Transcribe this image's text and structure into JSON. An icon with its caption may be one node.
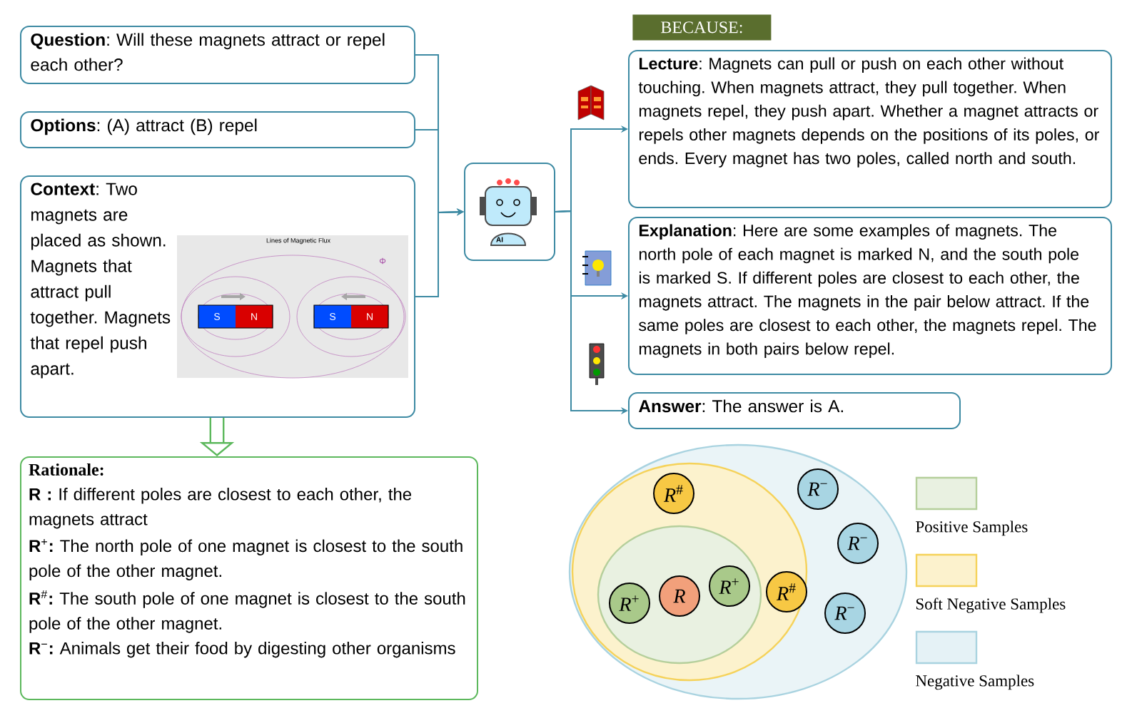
{
  "diagram": {
    "nodes": [
      {
        "text": [
          "**Question**: Will these magnets attract or repel each other?"
        ]
      },
      {
        "text": [
          "**Options**: (A) attract (B) repel"
        ]
      },
      {
        "text": [
          "**Context**: Two magnets are placed as shown. Magnets that attract pull together. Magnets that repel push apart."
        ]
      },
      {
        "text": [],
        "shape": "picture"
      },
      {
        "text": [
          "**Lecture**: Magnets can pull or push on each other without touching. When magnets attract, they pull together. When magnets repel, they push apart. Whether a magnet attracts or repels other magnets depends on the positions of its poles, or ends. Every magnet has two poles, called north and south."
        ]
      },
      {
        "text": [
          "**Explanation**: Here are some examples of magnets. The north pole of each magnet is marked N, and the south pole is marked S. If different poles are closest to each other, the magnets attract. The magnets in the pair below attract. If the same poles are closest to each other, the magnets repel. The magnets in both pairs below repel."
        ]
      },
      {
        "text": [
          "**Answer**: The answer is A."
        ]
      },
      {
        "text": [
          "Rationale:",
          "**R :** If different poles are closest to each other, the magnets attract",
          "**R**$^{+}$**:** The north pole of one magnet is closest to the south pole of the other magnet.",
          "**R**$^{#}$**:** The south pole of one magnet is closest to the south pole of the other magnet.",
          "**R**$^{−}$**:** Animals get their food by digesting other organisms"
        ]
      },
      {
        "text": [],
        "shape": "ellipse"
      },
      {
        "text": [],
        "shape": "ellipse",
        "in": 8
      },
      {
        "text": [],
        "shape": "ellipse",
        "in": 9
      },
      {
        "text": [
          "*R*$^{#}$"
        ],
        "in": 9
      },
      {
        "text": [
          "*R*$^{−}$"
        ],
        "in": 8
      },
      {
        "text": [
          "*R*$^{−}$"
        ],
        "in": 8
      },
      {
        "text": [
          "*R*$^{+}$"
        ],
        "in": 10
      },
      {
        "text": [
          "R"
        ],
        "in": 10
      },
      {
        "text": [
          "*R*$^{+}$"
        ],
        "in": 10
      },
      {
        "text": [
          "*R*$^{#}$"
        ],
        "in": 9
      },
      {
        "text": [
          "*R*$^{−}$"
        ],
        "in": 8
      }
    ],
    "edges": [
      {
        "from": 0,
        "to": 3,
        "arrow": "to"
      },
      {
        "from": 1,
        "to": 3,
        "arrow": "to"
      },
      {
        "from": 2,
        "to": 3,
        "arrow": "to"
      },
      {
        "from": 3,
        "to": 4,
        "arrow": "to"
      },
      {
        "from": 3,
        "to": 5,
        "arrow": "to"
      },
      {
        "from": 3,
        "to": 6,
        "arrow": "to"
      },
      {
        "from": 2,
        "to": 7,
        "arrow": "to",
        "style": "thick",
        "color": "#5cb85c"
      }
    ],
    "labels": [
      "BECAUSE:",
      "Lines of Magnetic Flux",
      "Φ",
      "S",
      "N",
      "S",
      "N",
      "AI"
    ],
    "legend": [
      {
        "text": "Positive Samples",
        "color": "#b5cf9b"
      },
      {
        "text": "Soft Negative Samples",
        "color": "#f5d25a"
      },
      {
        "text": "Negative Samples",
        "color": "#a9d3e0"
      }
    ]
  }
}
